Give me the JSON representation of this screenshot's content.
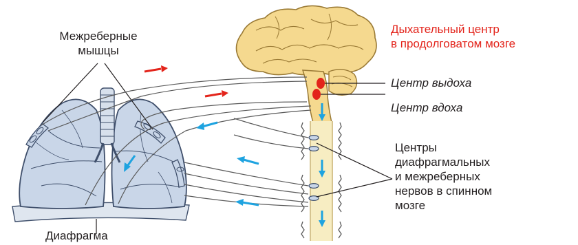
{
  "labels": {
    "intercostal_muscles": [
      "Межреберные",
      "мышцы"
    ],
    "respiratory_center": [
      "Дыхательный центр",
      "в продолговатом мозге"
    ],
    "exhale_center": "Центр выдоха",
    "inhale_center": "Центр вдоха",
    "spinal_centers": [
      "Центры",
      "диафрагмальных",
      "и межреберных",
      "нервов в спинном",
      "мозге"
    ],
    "diaphragm": "Диафрагма"
  },
  "colors": {
    "brain_fill": "#f5d98f",
    "brain_stroke": "#9a7a35",
    "spinal_fill": "#f7edc2",
    "lung_fill": "#c9d6e8",
    "lung_stroke": "#3f4f6b",
    "center_dot": "#e3241b",
    "efferent_arrow": "#e3241b",
    "afferent_arrow": "#1ea3e0",
    "nerve": "#5a5a5a",
    "diaphragm_fill": "#dfe6ef"
  }
}
